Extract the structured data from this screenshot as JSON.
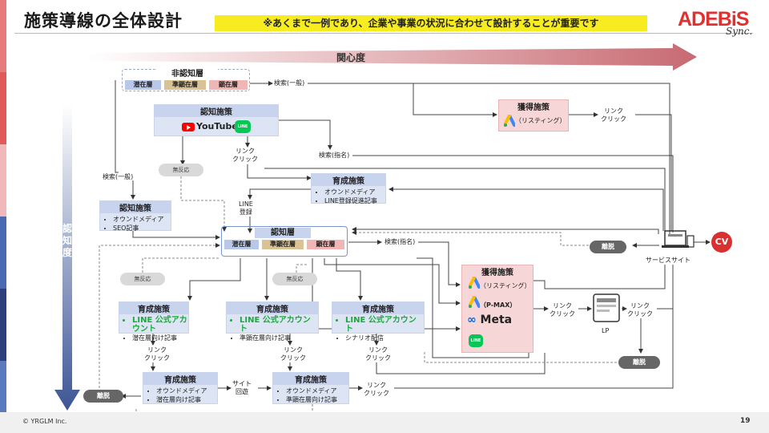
{
  "header": {
    "title": "施策導線の全体設計",
    "note": "※あくまで一例であり、企業や事業の状況に合わせて設計することが重要です",
    "logo": "ADEBiS",
    "logo_sub": "Sync."
  },
  "axes": {
    "interest": "関心度",
    "awareness": "認知度"
  },
  "top_layer": {
    "title": "非認知層",
    "latent": "潜在層",
    "semi": "準顕在層",
    "apparent": "顕在層"
  },
  "mid_layer": {
    "title": "認知層",
    "latent": "潜在層",
    "semi": "準顕在層",
    "apparent": "顕在層"
  },
  "ninchi_top": {
    "title": "認知施策",
    "youtube": "YouTube",
    "line": "LINE"
  },
  "ninchi_left": {
    "title": "認知施策",
    "items": [
      "オウンドメディア",
      "SEO記事"
    ]
  },
  "ikusei_top": {
    "title": "育成施策",
    "items": [
      "オウンドメディア",
      "LINE登録促進記事"
    ]
  },
  "kakutoku_top": {
    "title": "獲得施策",
    "item": "（リスティング）"
  },
  "kakutoku_main": {
    "title": "獲得施策",
    "listing": "（リスティング）",
    "pmax": "（P-MAX）",
    "meta": "Meta",
    "line": "LINE"
  },
  "line_boxes": [
    {
      "title": "育成施策",
      "brand": "LINE 公式アカウント",
      "item": "潜在層向け記事"
    },
    {
      "title": "育成施策",
      "brand": "LINE 公式アカウント",
      "item": "準顕在層向け記事"
    },
    {
      "title": "育成施策",
      "brand": "LINE 公式アカウント",
      "item": "シナリオ配信"
    }
  ],
  "bottom_boxes": [
    {
      "title": "育成施策",
      "items": [
        "オウンドメディア",
        "潜在層向け記事"
      ]
    },
    {
      "title": "育成施策",
      "items": [
        "オウンドメディア",
        "準顕在層向け記事"
      ]
    }
  ],
  "labels": {
    "search_general": "検索(一般)",
    "search_named": "検索(指名)",
    "link_click": "リンク\nクリック",
    "line_reg": "LINE\n登録",
    "no_reaction": "無反応",
    "site_visit": "サイト\n回遊",
    "churn": "離脱",
    "cv": "CV",
    "service_site": "サービスサイト",
    "lp": "LP"
  },
  "footer": {
    "copyright": "© YRGLM Inc.",
    "page": "19"
  }
}
